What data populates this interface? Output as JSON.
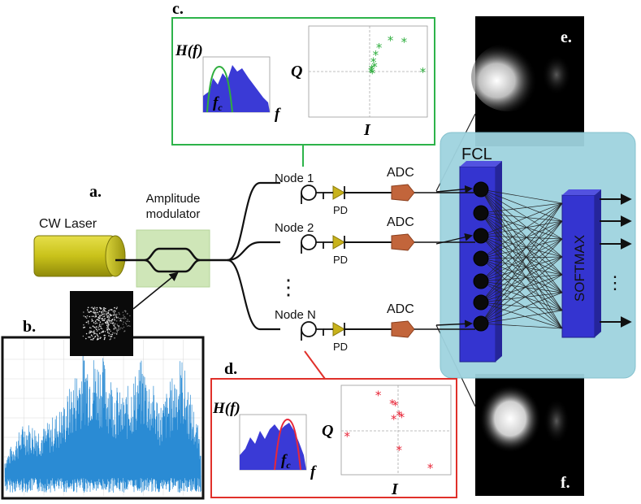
{
  "panels": {
    "a": "a.",
    "b": "b.",
    "c": "c.",
    "d": "d.",
    "e": "e.",
    "f": "f."
  },
  "source": {
    "laser_label": "CW Laser",
    "modulator_label_line1": "Amplitude",
    "modulator_label_line2": "modulator"
  },
  "nodes": [
    {
      "name": "Node 1",
      "pd": "PD",
      "adc": "ADC"
    },
    {
      "name": "Node 2",
      "pd": "PD",
      "adc": "ADC"
    },
    {
      "name": "Node N",
      "pd": "PD",
      "adc": "ADC"
    }
  ],
  "ellipsis": "⋮",
  "network": {
    "fcl_label": "FCL",
    "softmax_label": "SOFTMAX",
    "output_ellipsis": "⋮"
  },
  "filter_plot": {
    "y_label": "H(f)",
    "x_label": "f",
    "center_label": "f",
    "center_subscript": "c"
  },
  "iq_plot": {
    "y_label": "Q",
    "x_label": "I"
  },
  "colors": {
    "green_frame": "#2db34a",
    "red_frame": "#e0302a",
    "spectrum_fill": "#3a3ad6",
    "network_bg": "#9fd3df",
    "layer_blue": "#3434d0",
    "laser_yellow": "#c9c21a",
    "modulator_bg": "#cfe6b8",
    "adc_orange": "#c2653b",
    "pd_yellow": "#c8b21a",
    "signal_blue": "#2a8bd4",
    "green_points": "#2fae3e",
    "red_points": "#e8283a"
  },
  "chart_data": [
    {
      "type": "scatter",
      "panel": "c",
      "title": "",
      "xlabel": "I",
      "ylabel": "Q",
      "x": [
        0.05,
        0.08,
        0.12,
        0.18,
        0.38,
        0.62,
        0.06,
        0.1,
        0.04,
        0.95
      ],
      "y": [
        0.05,
        0.22,
        0.38,
        0.55,
        0.72,
        0.68,
        -0.05,
        0.1,
        -0.02,
        -0.02
      ]
    },
    {
      "type": "scatter",
      "panel": "d",
      "title": "",
      "xlabel": "I",
      "ylabel": "Q",
      "x": [
        -0.35,
        -0.08,
        -0.02,
        0.05,
        0.1,
        -0.05,
        -0.95,
        0.05,
        0.65
      ],
      "y": [
        0.82,
        0.62,
        0.58,
        0.35,
        0.3,
        0.25,
        -0.15,
        -0.48,
        -0.9
      ]
    },
    {
      "type": "line",
      "panel": "b",
      "title": "",
      "xlabel": "",
      "ylabel": "",
      "x": [
        0,
        10,
        20,
        30,
        40,
        50,
        60,
        70,
        80,
        90,
        100
      ],
      "y": [
        0.15,
        0.42,
        0.38,
        0.55,
        0.95,
        0.9,
        0.6,
        0.88,
        0.55,
        0.92,
        0.3
      ]
    }
  ]
}
